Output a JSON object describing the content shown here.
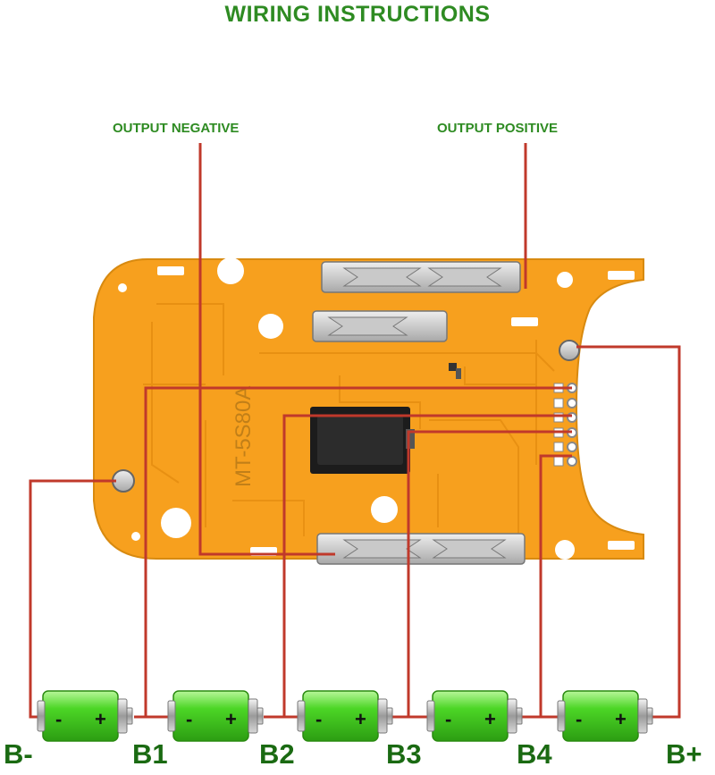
{
  "title": "WIRING INSTRUCTIONS",
  "labels": {
    "output_negative": "OUTPUT NEGATIVE",
    "output_positive": "OUTPUT POSITIVE"
  },
  "board": {
    "model": "MT-5S80A",
    "color": "#f7a01e",
    "dark_color": "#e08c12"
  },
  "wire_color": "#c0392b",
  "battery_color": "#4cd626",
  "battery_labels": [
    "B-",
    "B1",
    "B2",
    "B3",
    "B4",
    "B+"
  ],
  "battery_terminals": {
    "negative": "-",
    "positive": "+"
  },
  "battery_count": 5
}
